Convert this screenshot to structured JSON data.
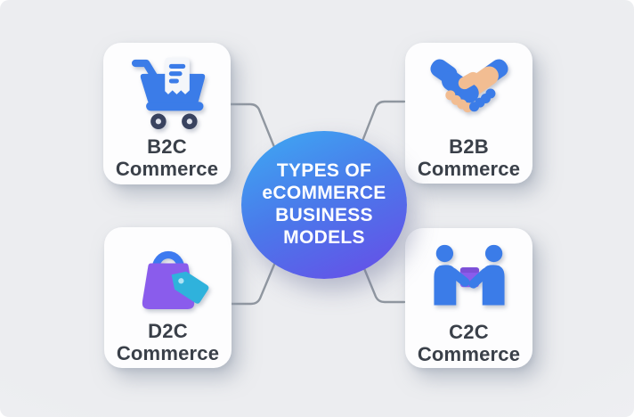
{
  "diagram": {
    "center": {
      "lines": [
        "TYPES OF",
        "eCOMMERCE",
        "BUSINESS",
        "MODELS"
      ]
    },
    "cards": [
      {
        "key": "b2c",
        "title": "B2C",
        "subtitle": "Commerce",
        "icon": "shopping-cart-icon"
      },
      {
        "key": "b2b",
        "title": "B2B",
        "subtitle": "Commerce",
        "icon": "handshake-icon"
      },
      {
        "key": "d2c",
        "title": "D2C",
        "subtitle": "Commerce",
        "icon": "shopping-bag-tag-icon"
      },
      {
        "key": "c2c",
        "title": "C2C",
        "subtitle": "Commerce",
        "icon": "people-exchange-icon"
      }
    ],
    "colors": {
      "background": "#edeff2",
      "card": "#fdfdfe",
      "label_text": "#3a4049",
      "connector": "#9097a0",
      "circle_gradient_start": "#3fa5f2",
      "circle_gradient_end": "#6452e8",
      "icon_blue": "#3b7ce8",
      "icon_purple": "#8a5cec",
      "icon_teal": "#2fb2dc",
      "icon_skin": "#f2bd92",
      "wheel_dark": "#39435f"
    }
  }
}
